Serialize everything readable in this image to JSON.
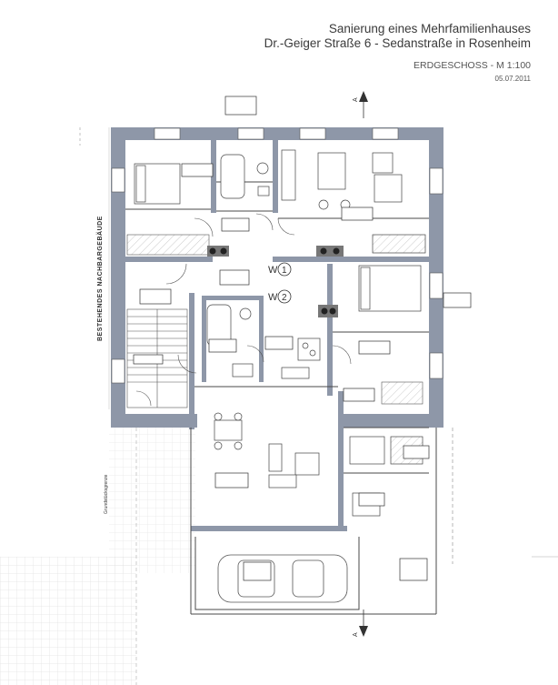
{
  "header": {
    "title_line1": "Sanierung eines Mehrfamilienhauses",
    "title_line2": "Dr.-Geiger Straße 6 - Sedanstraße in Rosenheim",
    "plan_label": "ERDGESCHOSS - M 1:100",
    "date": "05.07.2011"
  },
  "plan": {
    "neighbor_label": "BESTEHENDES NACHBARGEBÄUDE",
    "lot_line_label": "Grundstücksgrenze",
    "w1_label": "W",
    "w1_number": "1",
    "w2_label": "W",
    "w2_number": "2",
    "section_marker": "A",
    "colors": {
      "wall": "#8e97a8",
      "line": "#4a4a4a",
      "hatch": "#9a9a9a"
    }
  }
}
